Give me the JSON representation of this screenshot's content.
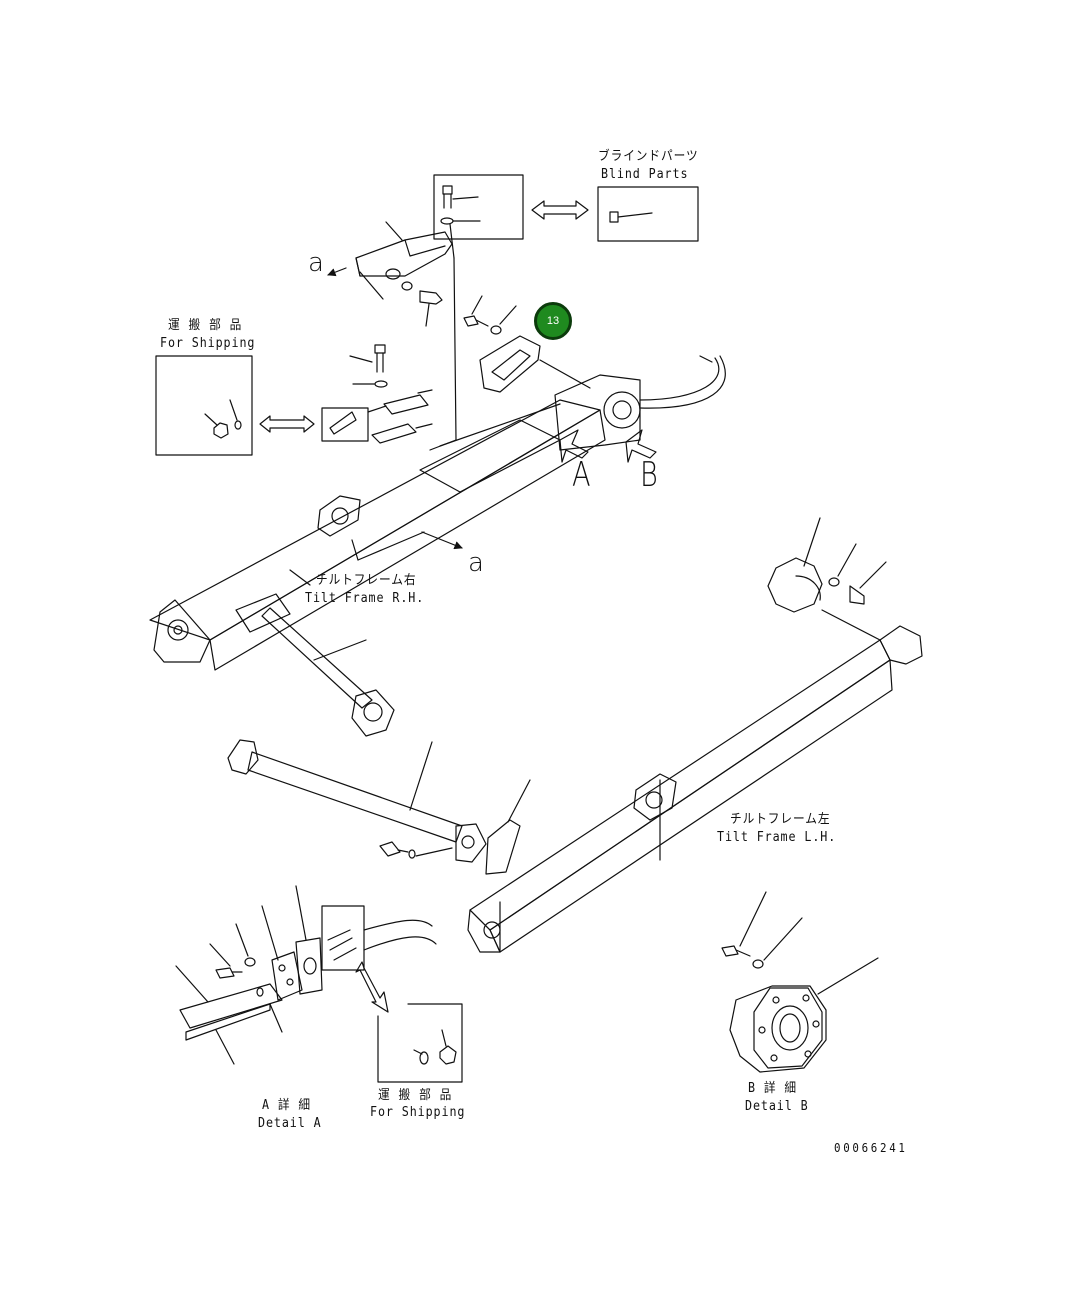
{
  "labels": {
    "blind_parts_jp": "ブラインドパーツ",
    "blind_parts_en": "Blind Parts",
    "shipping_top_jp": "運 搬 部 品",
    "shipping_top_en": "For Shipping",
    "tilt_rh_jp": "チルトフレーム右",
    "tilt_rh_en": "Tilt Frame R.H.",
    "tilt_lh_jp": "チルトフレーム左",
    "tilt_lh_en": "Tilt Frame L.H.",
    "detail_a_jp": "A 詳 細",
    "detail_a_en": "Detail A",
    "shipping_bottom_jp": "運 搬 部 品",
    "shipping_bottom_en": "For Shipping",
    "detail_b_jp": "B 詳 細",
    "detail_b_en": "Detail B",
    "view_a_upper": "a",
    "view_a_lower": "a",
    "arrow_a": "A",
    "arrow_b": "B",
    "drawing_number": "00066241"
  },
  "callout": {
    "number": "13",
    "color": "#1f8a1f"
  },
  "colors": {
    "line": "#111111",
    "background": "#ffffff"
  }
}
